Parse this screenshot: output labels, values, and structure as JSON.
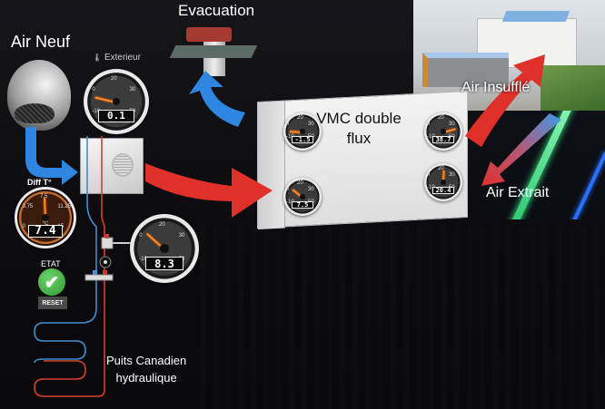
{
  "title": "VMC double flux - Puits Canadien hydraulique",
  "labels": {
    "air_neuf": "Air Neuf",
    "evacuation": "Evacuation",
    "vmc_line1": "VMC double",
    "vmc_line2": "flux",
    "air_insuffle": "Air Insufflé",
    "air_extrait": "Air Extrait",
    "puits_line1": "Puits Canadien",
    "puits_line2": "hydraulique",
    "exterieur": "Exterieur",
    "diff_t": "Diff T°",
    "etat": "ETAT"
  },
  "gauges": {
    "exterieur": {
      "value": "0.1",
      "scale": [
        "-10",
        "0",
        "20",
        "30",
        "50"
      ],
      "fraction": 0.18
    },
    "puits": {
      "value": "8.3",
      "scale": [
        "-10",
        "0",
        "20",
        "30",
        "50"
      ],
      "fraction": 0.3
    },
    "diff_t": {
      "value": "7.4",
      "unit": "°C",
      "scale": [
        "0",
        "3.75",
        "7.5",
        "11.25",
        "15"
      ],
      "fraction": 0.49
    },
    "vmc_air_neuf_in": {
      "value": "-1.5",
      "scale": [
        "-10",
        "0",
        "20",
        "30",
        "50"
      ],
      "fraction": 0.14
    },
    "vmc_air_neuf_out": {
      "value": "7.5",
      "scale": [
        "-10",
        "0",
        "20",
        "30",
        "50"
      ],
      "fraction": 0.29
    },
    "vmc_insuffle": {
      "value": "38.7",
      "scale": [
        "-10",
        "0",
        "20",
        "30",
        "50"
      ],
      "fraction": 0.81
    },
    "vmc_extrait": {
      "value": "20.4",
      "scale": [
        "-10",
        "0",
        "20",
        "30",
        "50"
      ],
      "fraction": 0.51
    }
  },
  "status": {
    "state": "ok",
    "icon": "check-icon",
    "color": "#3aa83a"
  },
  "buttons": {
    "reset": "RESET"
  },
  "colors": {
    "cold_pipe": "#3f8fd0",
    "hot_pipe": "#d7402f",
    "arrow_blue": "#2f86e0",
    "arrow_red": "#e0302a",
    "needle": "#ff8a2a"
  },
  "icons": {
    "check": "✔",
    "thermometer": "🌡"
  }
}
